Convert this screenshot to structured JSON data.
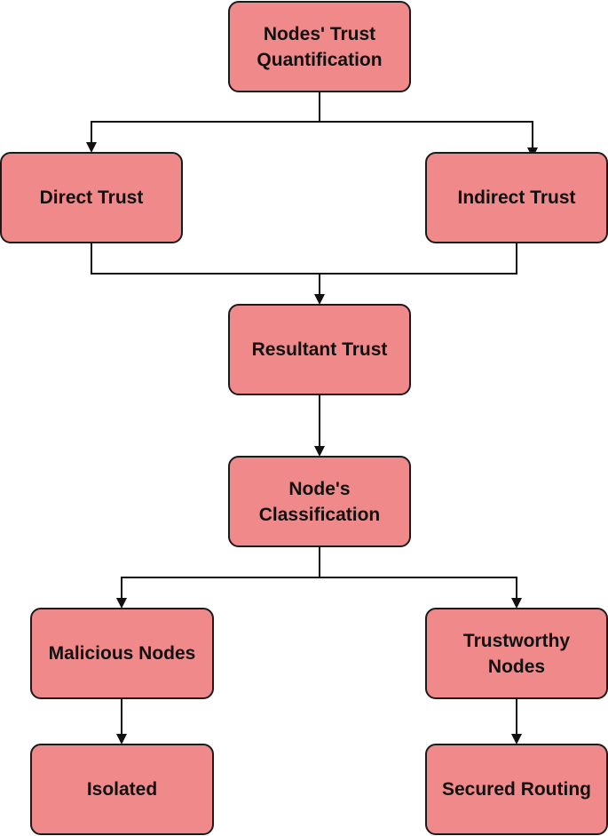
{
  "colors": {
    "node_fill": "#f08a8a",
    "node_border": "#1a1a1a",
    "connector": "#111111"
  },
  "nodes": {
    "quantification": "Nodes' Trust\nQuantification",
    "direct_trust": "Direct Trust",
    "indirect_trust": "Indirect Trust",
    "resultant_trust": "Resultant Trust",
    "classification": "Node's\nClassification",
    "malicious_nodes": "Malicious Nodes",
    "trustworthy_nodes": "Trustworthy\nNodes",
    "isolated": "Isolated",
    "secured_routing": "Secured Routing"
  }
}
